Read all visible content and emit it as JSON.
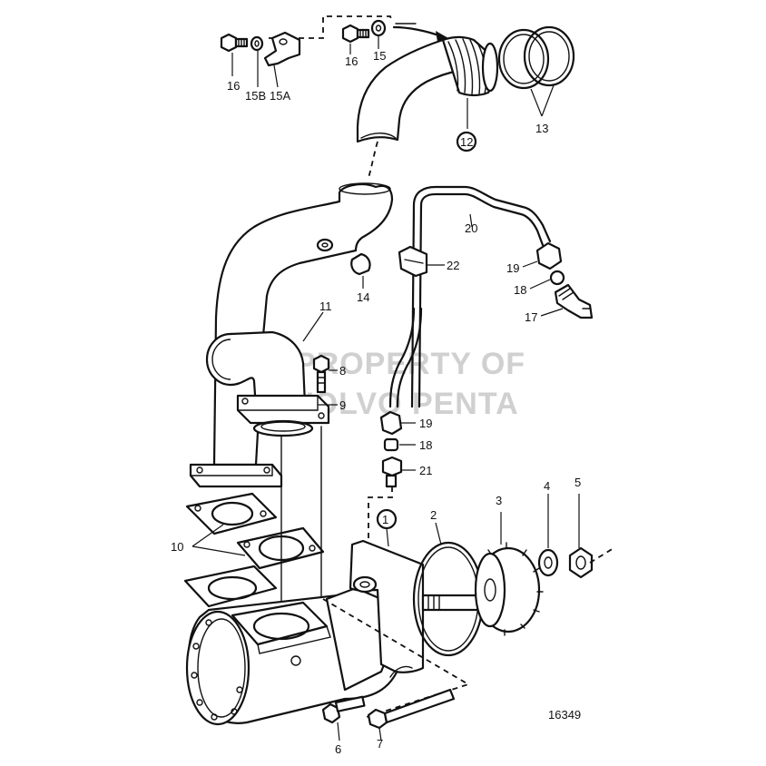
{
  "watermark": {
    "line1": "PROPERTY OF",
    "line2": "VOLVO PENTA"
  },
  "reference_number": "16349",
  "part_labels": {
    "p1": "1",
    "p2": "2",
    "p3": "3",
    "p4": "4",
    "p5": "5",
    "p6": "6",
    "p7": "7",
    "p8": "8",
    "p9": "9",
    "p10": "10",
    "p11": "11",
    "p12": "12",
    "p13": "13",
    "p14": "14",
    "p15": "15",
    "p15a": "15A",
    "p15b": "15B",
    "p16a": "16",
    "p16b": "16",
    "p17": "17",
    "p18a": "18",
    "p18b": "18",
    "p19a": "19",
    "p19b": "19",
    "p20": "20",
    "p21": "21",
    "p22": "22"
  }
}
